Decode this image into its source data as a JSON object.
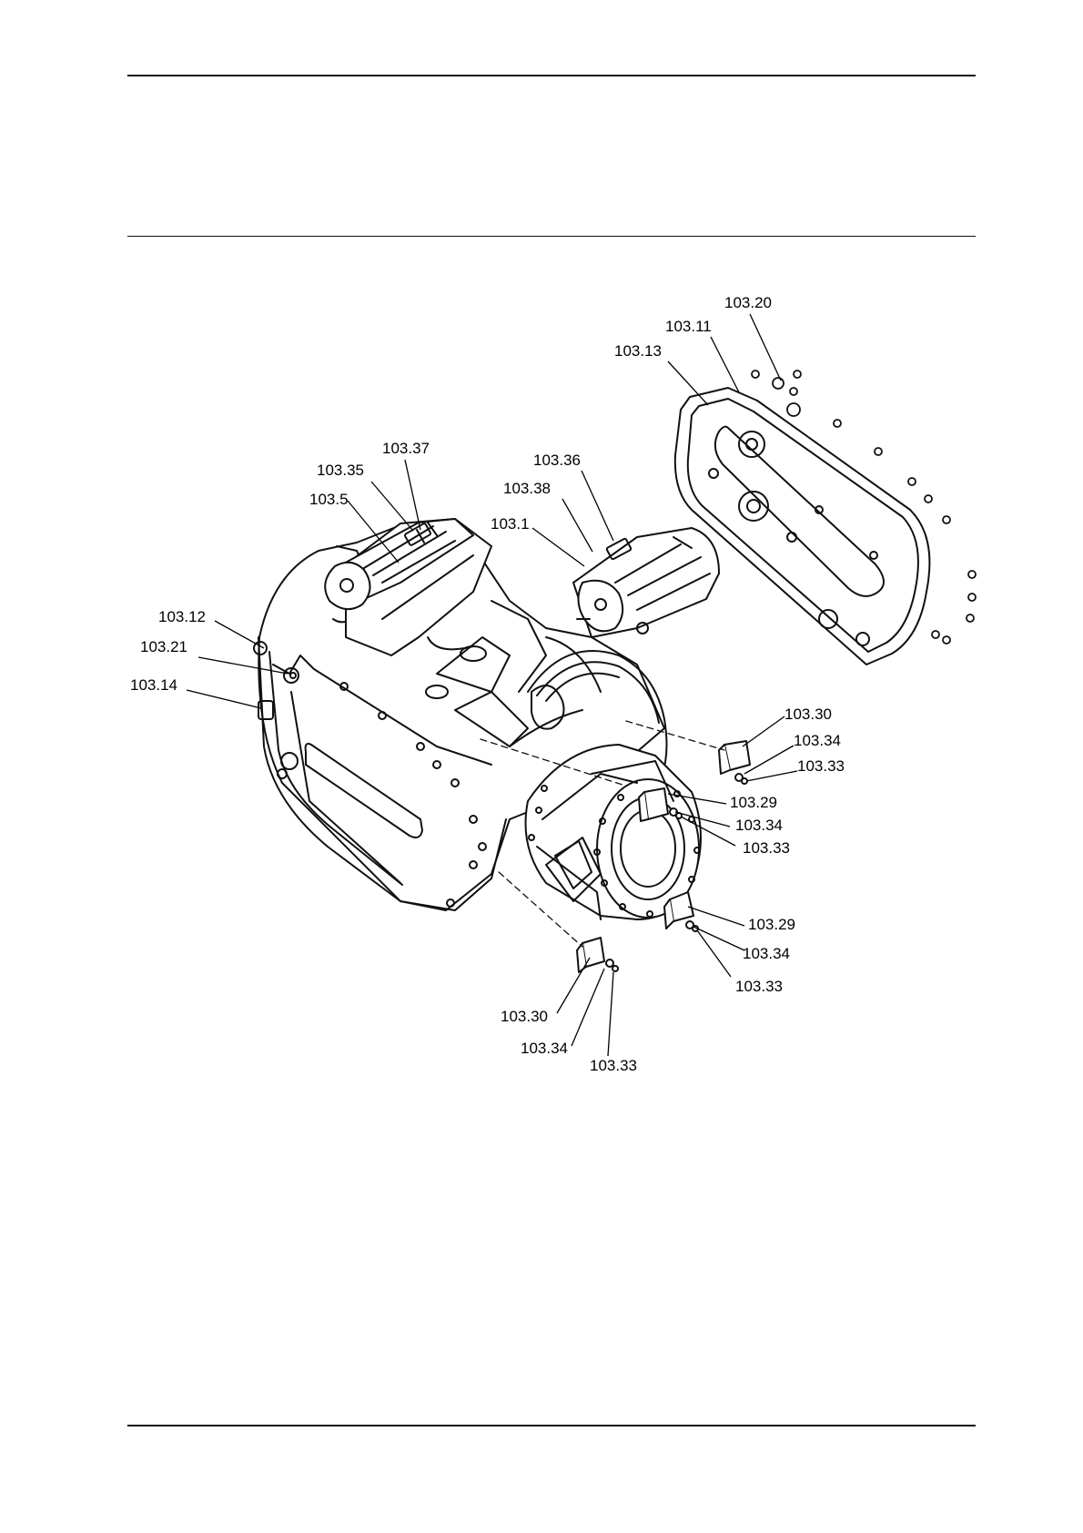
{
  "callouts": [
    {
      "id": "c1",
      "label": "103.20"
    },
    {
      "id": "c2",
      "label": "103.11"
    },
    {
      "id": "c3",
      "label": "103.13"
    },
    {
      "id": "c4",
      "label": "103.37"
    },
    {
      "id": "c5",
      "label": "103.35"
    },
    {
      "id": "c6",
      "label": "103.36"
    },
    {
      "id": "c7",
      "label": "103.38"
    },
    {
      "id": "c8",
      "label": "103.5"
    },
    {
      "id": "c9",
      "label": "103.1"
    },
    {
      "id": "c10",
      "label": "103.12"
    },
    {
      "id": "c11",
      "label": "103.21"
    },
    {
      "id": "c12",
      "label": "103.14"
    },
    {
      "id": "c13",
      "label": "103.30"
    },
    {
      "id": "c14",
      "label": "103.34"
    },
    {
      "id": "c15",
      "label": "103.33"
    },
    {
      "id": "c16",
      "label": "103.29"
    },
    {
      "id": "c17",
      "label": "103.34"
    },
    {
      "id": "c18",
      "label": "103.33"
    },
    {
      "id": "c19",
      "label": "103.29"
    },
    {
      "id": "c20",
      "label": "103.34"
    },
    {
      "id": "c21",
      "label": "103.33"
    },
    {
      "id": "c22",
      "label": "103.30"
    },
    {
      "id": "c23",
      "label": "103.34"
    },
    {
      "id": "c24",
      "label": "103.33"
    }
  ]
}
